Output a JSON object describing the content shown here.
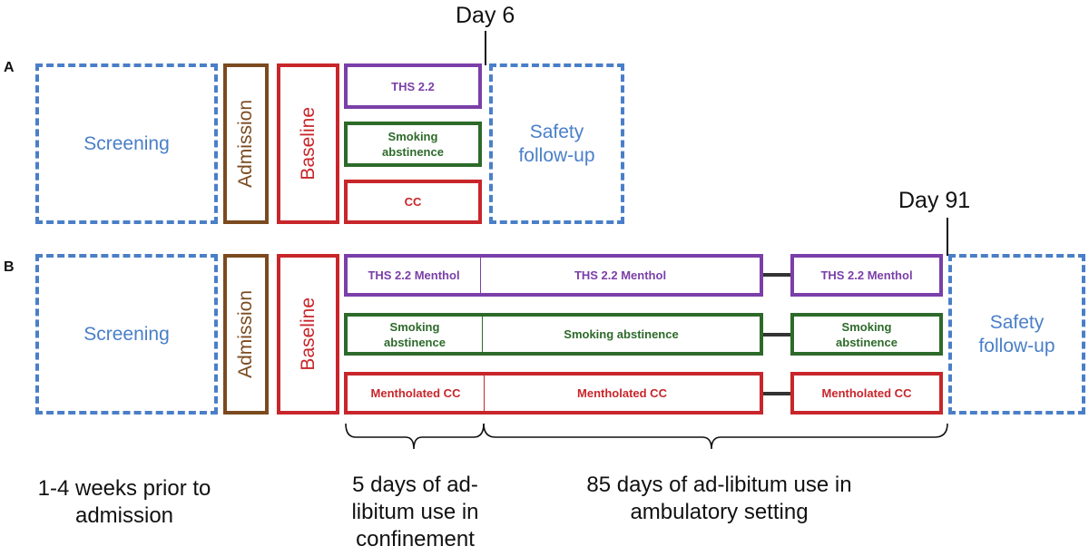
{
  "panels": {
    "a": {
      "letter": "A",
      "screening": "Screening",
      "admission": "Admission",
      "baseline": "Baseline",
      "arm1": "THS 2.2",
      "arm2": "Smoking abstinence",
      "arm3": "CC",
      "followup": "Safety follow-up",
      "day_marker": "Day 6"
    },
    "b": {
      "letter": "B",
      "screening": "Screening",
      "admission": "Admission",
      "baseline": "Baseline",
      "arm1_short": "THS 2.2 Menthol",
      "arm1_long": "THS 2.2 Menthol",
      "arm1_end": "THS 2.2 Menthol",
      "arm2_short": "Smoking abstinence",
      "arm2_long": "Smoking abstinence",
      "arm2_end": "Smoking abstinence",
      "arm3_short": "Mentholated CC",
      "arm3_long": "Mentholated CC",
      "arm3_end": "Mentholated CC",
      "followup": "Safety follow-up",
      "day_marker": "Day 91"
    }
  },
  "timeline": {
    "screening_period": "1-4 weeks prior to admission",
    "confinement_period": "5 days of ad-libitum use in confinement",
    "ambulatory_period": "85 days of ad-libitum use in ambulatory setting"
  },
  "colors": {
    "screening_followup": "#4a7fc8",
    "admission": "#7b4a1f",
    "baseline_cc": "#c8262b",
    "ths": "#7a3fa8",
    "abstinence": "#2d6a2a"
  }
}
